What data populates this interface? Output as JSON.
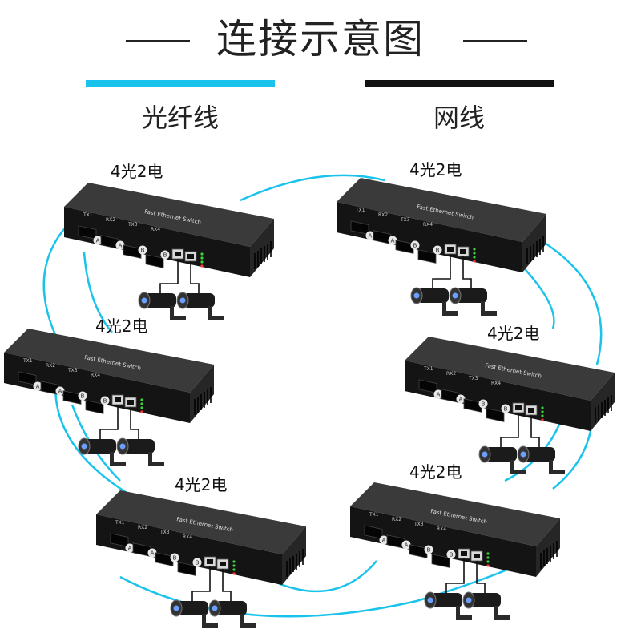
{
  "title": "连接示意图",
  "legend": {
    "fiber": {
      "label": "光纤线",
      "color": "#19c3ec"
    },
    "cable": {
      "label": "网线",
      "color": "#111111"
    }
  },
  "devices": [
    {
      "label": "4光2电",
      "port_labels": [
        "TX1",
        "RX2",
        "TX3",
        "RX4"
      ],
      "port_letters": [
        "A",
        "A",
        "B",
        "B"
      ]
    },
    {
      "label": "4光2电",
      "port_labels": [
        "TX1",
        "RX2",
        "TX3",
        "RX4"
      ],
      "port_letters": [
        "A",
        "A",
        "B",
        "B"
      ]
    },
    {
      "label": "4光2电",
      "port_labels": [
        "TX1",
        "RX2",
        "TX3",
        "RX4"
      ],
      "port_letters": [
        "A",
        "A",
        "B",
        "B"
      ]
    },
    {
      "label": "4光2电",
      "port_labels": [
        "TX1",
        "RX2",
        "TX3",
        "RX4"
      ],
      "port_letters": [
        "A",
        "A",
        "B",
        "B"
      ]
    },
    {
      "label": "4光2电",
      "port_labels": [
        "TX1",
        "RX2",
        "TX3",
        "RX4"
      ],
      "port_letters": [
        "A",
        "A",
        "B",
        "B"
      ]
    },
    {
      "label": "4光2电",
      "port_labels": [
        "TX1",
        "RX2",
        "TX3",
        "RX4"
      ],
      "port_letters": [
        "A",
        "A",
        "B",
        "B"
      ]
    }
  ],
  "brand_text": "Fast Ethernet Switch",
  "colors": {
    "device_top": "#3a3a3a",
    "device_front": "#141414",
    "led": "#3cd23c"
  }
}
